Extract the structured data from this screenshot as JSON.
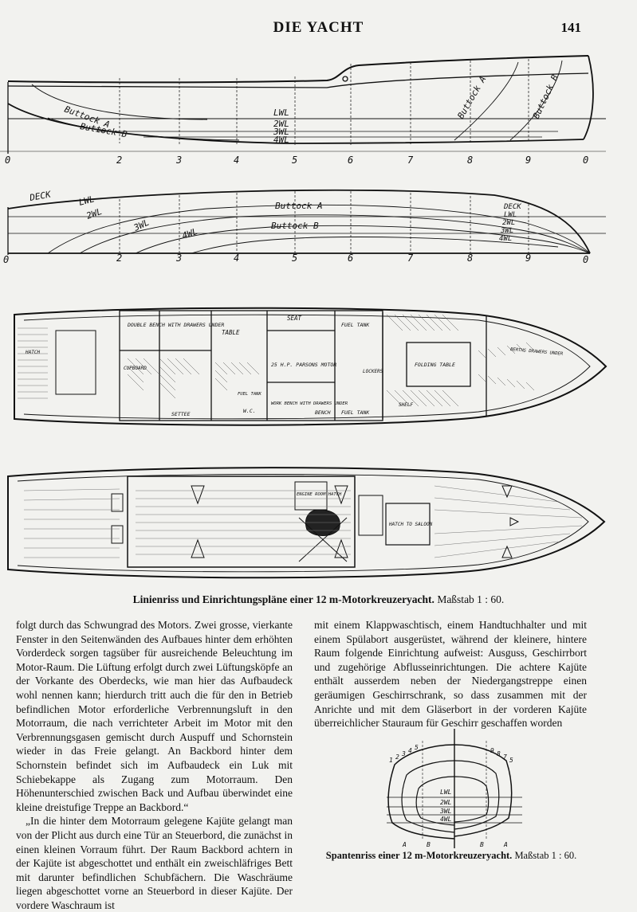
{
  "header": {
    "title": "DIE YACHT",
    "page_number": "141"
  },
  "profile_drawing": {
    "station_labels": [
      "0",
      "2",
      "3",
      "4",
      "5",
      "6",
      "7",
      "8",
      "9",
      "0"
    ],
    "waterlines": [
      "LWL",
      "2WL",
      "3WL",
      "4WL"
    ],
    "buttocks": [
      "Buttock A",
      "Buttock B",
      "Buttock A",
      "Buttock B"
    ]
  },
  "half_breadth_drawing": {
    "station_labels": [
      "0",
      "2",
      "3",
      "4",
      "5",
      "6",
      "7",
      "8",
      "9",
      "0"
    ],
    "labels": [
      "DECK",
      "LWL",
      "2WL",
      "3WL",
      "4WL",
      "Buttock A",
      "Buttock B"
    ],
    "bow_labels": [
      "DECK",
      "LWL",
      "2WL",
      "3WL",
      "4WL"
    ]
  },
  "accommodation_plan": {
    "labels": {
      "seat": "SEAT",
      "double_bench": "DOUBLE BENCH WITH DRAWERS UNDER",
      "table": "TABLE",
      "fuel_tank_top": "FUEL TANK",
      "fuel_tank_bottom": "FUEL TANK",
      "motor": "25 H.P. PARSONS MOTOR",
      "workbench": "WORK BENCH WITH DRAWERS UNDER",
      "bench": "BENCH",
      "folding_table": "FOLDING TABLE",
      "lockers": "LOCKERS",
      "settee": "SETTEE",
      "wc": "W.C.",
      "shelf": "SHELF",
      "fuel_tank_small": "FUEL TANK",
      "hatch": "HATCH",
      "cupboard": "CUPBOARD",
      "berths": "BERTHS DRAWERS UNDER"
    }
  },
  "deck_plan": {
    "labels": {
      "engine_room_hatch": "ENGINE ROOM HATCH",
      "hatch_to_saloon": "HATCH TO SALOON"
    }
  },
  "captions": {
    "main": "Linienriss und Einrichtungspläne einer 12 m-Motorkreuzeryacht.",
    "main_scale": "Maßstab 1 : 60.",
    "section": "Spantenriss einer 12 m-Motorkreuzeryacht.",
    "section_scale": "Maßstab 1 : 60."
  },
  "body_plan": {
    "labels": [
      "LWL",
      "2WL",
      "3WL",
      "4WL",
      "A",
      "B",
      "B",
      "A",
      "1",
      "2",
      "3",
      "4",
      "5",
      "9",
      "8",
      "7",
      "5"
    ]
  },
  "text": {
    "left_column": [
      "folgt durch das Schwungrad des Motors. Zwei grosse, vierkante Fenster in den Seitenwänden des Aufbaues hinter dem erhöhten Vorderdeck sorgen tagsüber für ausreichende Beleuchtung im Motor-Raum. Die Lüftung erfolgt durch zwei Lüftungsköpfe an der Vorkante des Oberdecks, wie man hier das Aufbaudeck wohl nennen kann; hierdurch tritt auch die für den in Betrieb befindlichen Motor erforderliche Verbrennungsluft in den Motorraum, die nach verrichteter Arbeit im Motor mit den Verbrennungsgasen gemischt durch Auspuff und Schornstein wieder in das Freie gelangt. An Backbord hinter dem Schornstein befindet sich im Aufbaudeck ein Luk mit Schiebekappe als Zugang zum Motorraum. Den Höhenunterschied zwischen Back und Aufbau überwindet eine kleine dreistufige Treppe an Backbord.“",
      "„In die hinter dem Motorraum gelegene Kajüte gelangt man von der Plicht aus durch eine Tür an Steuerbord, die zunächst in einen kleinen Vorraum führt. Der Raum Backbord achtern in der Kajüte ist abgeschottet und enthält ein zweischläfriges Bett mit darunter befindlichen Schubfächern. Die Waschräume liegen abgeschottet vorne an Steuerbord in dieser Kajüte. Der vordere Waschraum ist"
    ],
    "right_column": [
      "mit einem Klappwaschtisch, einem Handtuchhalter und mit einem Spülabort ausgerüstet, während der kleinere, hintere Raum folgende Einrichtung aufweist: Ausguss, Geschirrbort und zugehörige Abflusseinrichtungen. Die achtere Kajüte enthält ausserdem neben der Niedergangstreppe einen geräumigen Geschirrschrank, so dass zusammen mit der Anrichte und mit dem Gläserbort in der vorderen Kajüte überreichlicher Stauraum für Geschirr geschaffen worden"
    ]
  }
}
